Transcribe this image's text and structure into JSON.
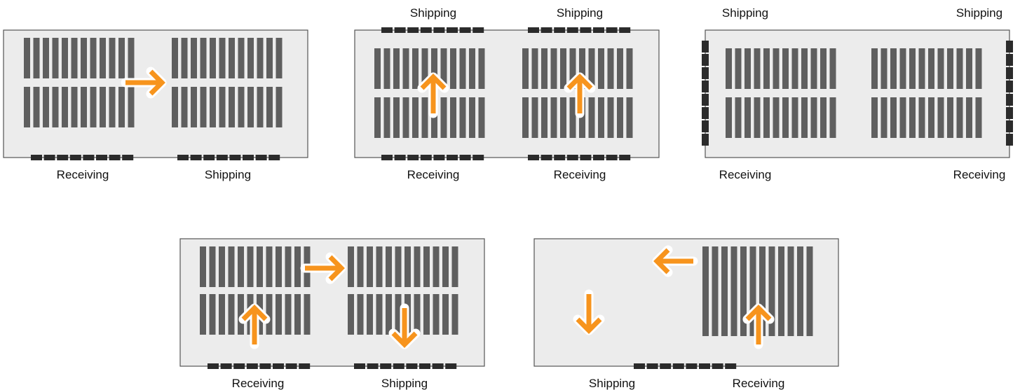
{
  "colors": {
    "floor": "#ececec",
    "outline": "#555555",
    "rack": "#5f5f5f",
    "dock": "#2b2b2b",
    "arrow": "#f7941d",
    "arrow_halo": "#ffffff"
  },
  "layouts": [
    {
      "id": "straight-flow",
      "labels": {
        "dock_a": "Receiving",
        "dock_b": "Shipping"
      },
      "arrows": [
        "right"
      ]
    },
    {
      "id": "through-flow",
      "labels": {
        "top_a": "Shipping",
        "top_b": "Shipping",
        "bottom_a": "Receiving",
        "bottom_b": "Receiving"
      },
      "arrows": [
        "up",
        "up"
      ]
    },
    {
      "id": "side-docks",
      "labels": {
        "top_left": "Shipping",
        "top_right": "Shipping",
        "bottom_left": "Receiving",
        "bottom_right": "Receiving"
      },
      "arrows": []
    },
    {
      "id": "u-flow",
      "labels": {
        "dock_a": "Receiving",
        "dock_b": "Shipping"
      },
      "arrows": [
        "right",
        "up",
        "down"
      ]
    },
    {
      "id": "l-flow",
      "labels": {
        "dock_a": "Shipping",
        "dock_b": "Receiving"
      },
      "arrows": [
        "left",
        "down",
        "up"
      ]
    }
  ]
}
